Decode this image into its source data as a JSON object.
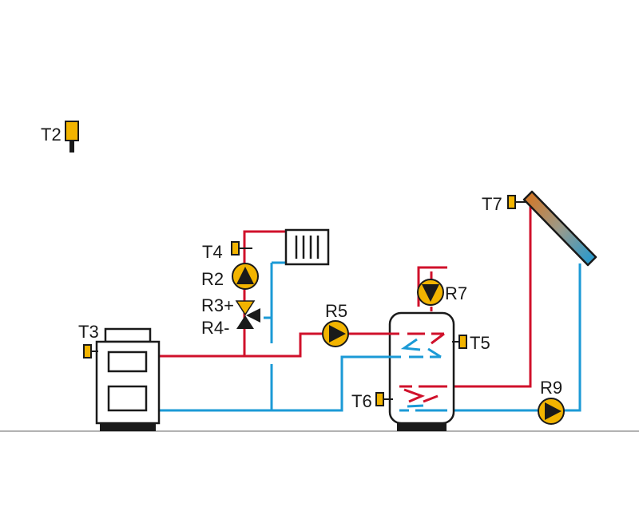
{
  "labels": {
    "t2": "T2",
    "t3": "T3",
    "t4": "T4",
    "t5": "T5",
    "t6": "T6",
    "t7": "T7",
    "r2": "R2",
    "r3": "R3+",
    "r4": "R4-",
    "r5": "R5",
    "r7": "R7",
    "r9": "R9"
  },
  "colors": {
    "hot_pipe": "#d0112b",
    "cold_pipe": "#1b9ad6",
    "sensor": "#f2b400",
    "pump": "#f2b400",
    "outline": "#1a1a1a",
    "ground": "#999999"
  },
  "icons": {
    "sensor": "temperature-sensor-icon",
    "pump": "circulation-pump-icon",
    "valve": "three-way-valve-icon",
    "radiator": "radiator-icon",
    "boiler": "boiler-icon",
    "tank": "storage-tank-icon",
    "collector": "solar-collector-icon"
  }
}
